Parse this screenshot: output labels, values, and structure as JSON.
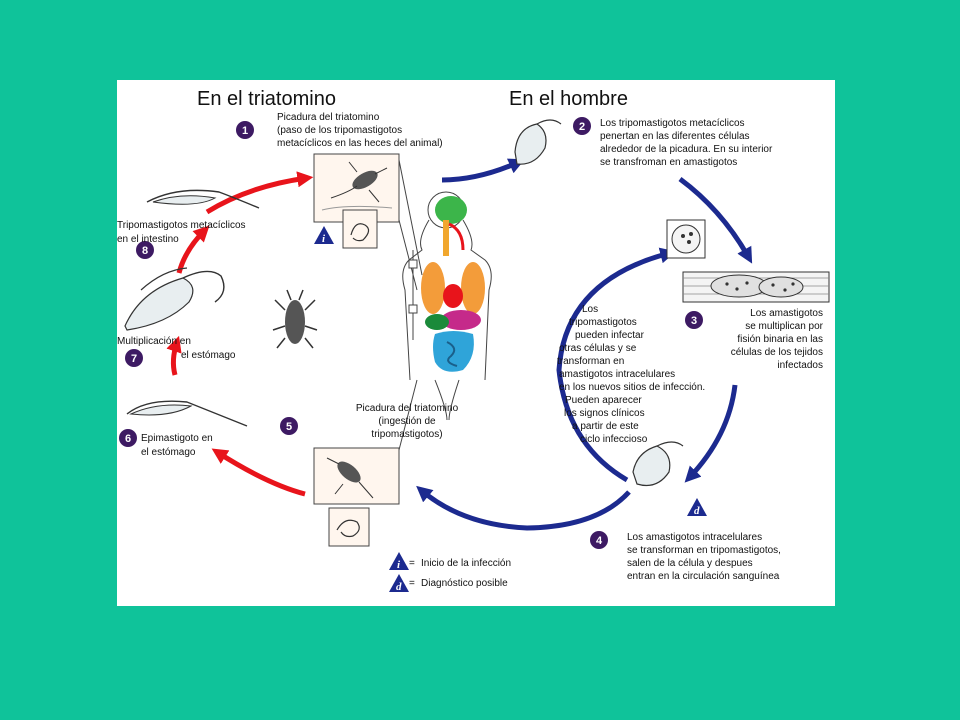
{
  "headings": {
    "left": "En el triatomino",
    "right": "En el hombre"
  },
  "steps": [
    {
      "n": "1",
      "lines": [
        "Picadura del triatomino",
        "(paso de los tripomastigotos",
        "metacíclicos en las heces del animal)"
      ]
    },
    {
      "n": "2",
      "lines": [
        "Los tripomastigotos metacíclicos",
        "penertan en las diferentes células",
        "alrededor de la picadura. En su interior",
        "se transfroman en amastigotos"
      ]
    },
    {
      "n": "3",
      "lines": [
        "Los amastigotos",
        "se multiplican por",
        "fisión binaria en las",
        "células de los tejidos",
        "infectados"
      ]
    },
    {
      "n": "4",
      "lines": [
        "Los amastigotos intracelulares",
        "se transforman en tripomastigotos,",
        "salen de la célula y  despues",
        "entran en la circulación sanguínea"
      ]
    },
    {
      "n": "5",
      "lines": [
        "Picadura del triatomino",
        "(ingestión de",
        "tripomastigotos)"
      ]
    },
    {
      "n": "6",
      "lines": [
        "Epimastigoto en",
        "el estómago"
      ]
    },
    {
      "n": "7",
      "lines": [
        "Multiplicación en",
        "el estómago"
      ]
    },
    {
      "n": "8",
      "lines": [
        "Tripomastigotos metacíclicos",
        "en el intestino"
      ]
    }
  ],
  "center_note": [
    "Los",
    "tripomastigotos",
    "pueden infectar",
    "otras células y se",
    "transforman en",
    "amastigotos intracelulares",
    "en los nuevos sitios de infección.",
    "Pueden aparecer",
    "los signos clínicos",
    "a partir de este",
    "ciclo infeccioso"
  ],
  "legend": [
    {
      "symbol": "i",
      "equals": "=",
      "label": "Inicio de la infección"
    },
    {
      "symbol": "d",
      "equals": "=",
      "label": "Diagnóstico posible"
    }
  ],
  "marker_symbols": {
    "infection": "i",
    "diagnosis": "d"
  },
  "colors": {
    "background": "#0fc39a",
    "panel": "#ffffff",
    "vector_arrows": "#e8141b",
    "human_arrows": "#1c2a8f",
    "step_badge": "#3d1a63",
    "legend_triangle": "#1c2a8f"
  }
}
